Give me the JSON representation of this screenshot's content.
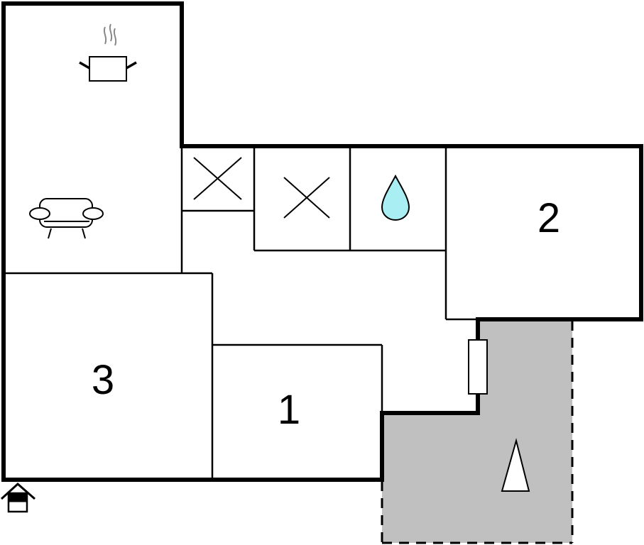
{
  "plan": {
    "rooms": [
      {
        "id": "room-1",
        "label": "1"
      },
      {
        "id": "room-2",
        "label": "2"
      },
      {
        "id": "room-3",
        "label": "3"
      }
    ],
    "icons": [
      "kitchen-pot-icon",
      "sofa-icon",
      "toilet-x-icon",
      "toilet-x-icon",
      "water-drop-icon",
      "entrance-icon",
      "terrace-triangle-icon",
      "door-icon"
    ],
    "colors": {
      "wall": "#000000",
      "terrace": "#c0c0c0",
      "water": "#a8eef2"
    }
  }
}
